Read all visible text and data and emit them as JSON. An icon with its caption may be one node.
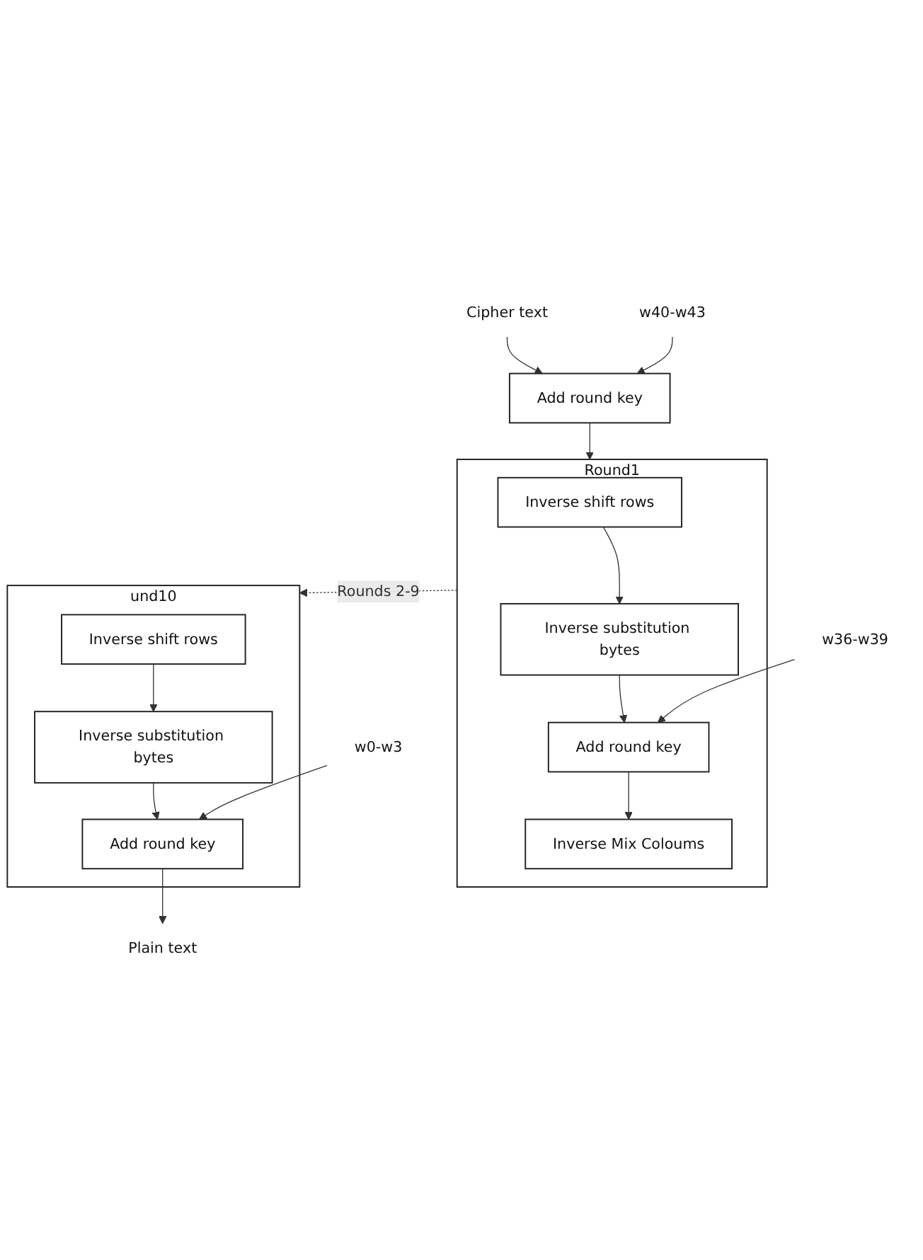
{
  "diagram": {
    "nodes": [
      {
        "text": [
          "Cipher text"
        ]
      },
      {
        "text": [
          "Add round key"
        ]
      },
      {
        "text": [
          "w40-w43"
        ]
      },
      {
        "text": [
          "Round1"
        ]
      },
      {
        "text": [
          "Inverse shift rows"
        ],
        "in": 3
      },
      {
        "text": [
          "Inverse substitution bytes"
        ],
        "in": 3
      },
      {
        "text": [
          "Add round key"
        ],
        "in": 3
      },
      {
        "text": [
          "w36-w39"
        ]
      },
      {
        "text": [
          "Inverse Mix Coloums"
        ],
        "in": 3
      },
      {
        "text": [
          "und10"
        ]
      },
      {
        "text": [
          "Inverse shift rows"
        ],
        "in": 9
      },
      {
        "text": [
          "Inverse substitution bytes"
        ],
        "in": 9
      },
      {
        "text": [
          "Add round key"
        ],
        "in": 9
      },
      {
        "text": [
          "w0-w3"
        ]
      },
      {
        "text": [
          "Plain text"
        ]
      }
    ],
    "edges": [
      {
        "from": 0,
        "to": 1,
        "arrow": "to"
      },
      {
        "from": 2,
        "to": 1,
        "arrow": "to"
      },
      {
        "from": 1,
        "to": 3,
        "arrow": "to"
      },
      {
        "from": 4,
        "to": 5,
        "arrow": "to"
      },
      {
        "from": 5,
        "to": 6,
        "arrow": "to"
      },
      {
        "from": 7,
        "to": 6,
        "arrow": "to"
      },
      {
        "from": 6,
        "to": 8,
        "arrow": "to"
      },
      {
        "from": 3,
        "to": 9,
        "arrow": "to",
        "label": "Rounds 2-9",
        "style": "dashed"
      },
      {
        "from": 10,
        "to": 11,
        "arrow": "to"
      },
      {
        "from": 11,
        "to": 12,
        "arrow": "to"
      },
      {
        "from": 13,
        "to": 12,
        "arrow": "to"
      },
      {
        "from": 12,
        "to": 14,
        "arrow": "to"
      }
    ]
  }
}
